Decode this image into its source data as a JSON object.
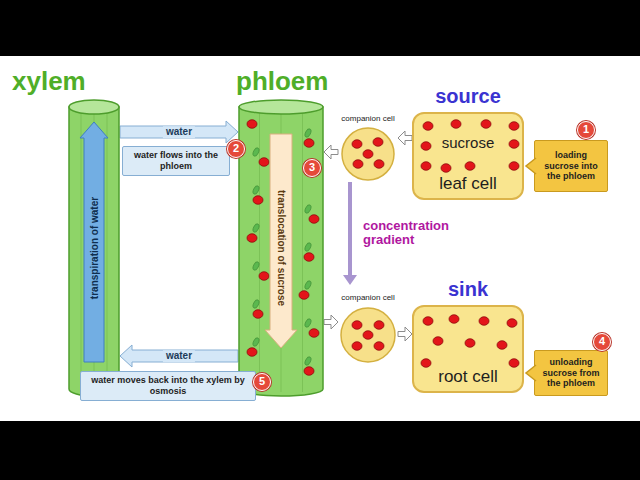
{
  "diagram": {
    "nodes": [
      {
        "text": [
          "xylem",
          "transpiration of water"
        ]
      },
      {
        "text": [
          "phloem",
          "translocation of sucrose"
        ]
      },
      {
        "text": [
          "companion cell"
        ]
      },
      {
        "text": [
          "source",
          "sucrose",
          "leaf cell"
        ]
      },
      {
        "text": [
          "loading sucrose into the phloem"
        ]
      },
      {
        "text": [
          "water flows into the phloem"
        ]
      },
      {
        "text": [
          "companion cell"
        ]
      },
      {
        "text": [
          "sink",
          "root cell"
        ]
      },
      {
        "text": [
          "unloading sucrose from the phloem"
        ]
      },
      {
        "text": [
          "water moves back into the xylem by osmosis"
        ]
      }
    ],
    "edges": [
      {
        "from": 0,
        "to": 1,
        "arrow": "to",
        "label": "water"
      },
      {
        "from": 3,
        "to": 2,
        "arrow": "to"
      },
      {
        "from": 2,
        "to": 1,
        "arrow": "to"
      },
      {
        "from": 2,
        "to": 6,
        "arrow": "to",
        "label": "concentration gradient"
      },
      {
        "from": 1,
        "to": 6,
        "arrow": "to"
      },
      {
        "from": 6,
        "to": 7,
        "arrow": "to"
      },
      {
        "from": 1,
        "to": 0,
        "arrow": "to",
        "label": "water"
      }
    ],
    "labels": [
      "1",
      "2",
      "3",
      "4",
      "5"
    ]
  }
}
